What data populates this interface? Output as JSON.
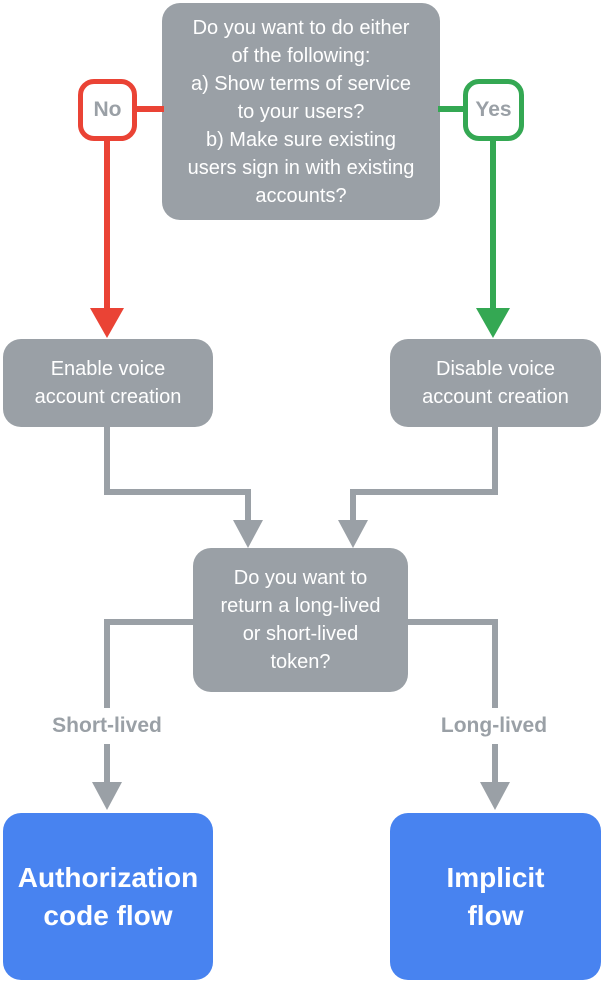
{
  "diagram": {
    "title": "Voice account creation decision flowchart",
    "colors": {
      "node_gray": "#9AA0A6",
      "no_red": "#EA4335",
      "yes_green": "#34A853",
      "result_blue": "#4883F0",
      "text_on_node": "#FFFFFF",
      "label_text_gray": "#9AA0A6"
    },
    "nodes": {
      "top_question": "Do you want to do either\nof the following:\na) Show terms of service\nto your users?\nb) Make sure existing\nusers sign in with existing\naccounts?",
      "no_badge": "No",
      "yes_badge": "Yes",
      "enable_box": "Enable voice\naccount creation",
      "disable_box": "Disable voice\naccount creation",
      "token_question": "Do you want to\nreturn a long-lived\nor short-lived\ntoken?",
      "short_lived_label": "Short-lived",
      "long_lived_label": "Long-lived",
      "auth_code_flow_box": "Authorization\ncode flow",
      "implicit_flow_box": "Implicit\nflow"
    }
  }
}
